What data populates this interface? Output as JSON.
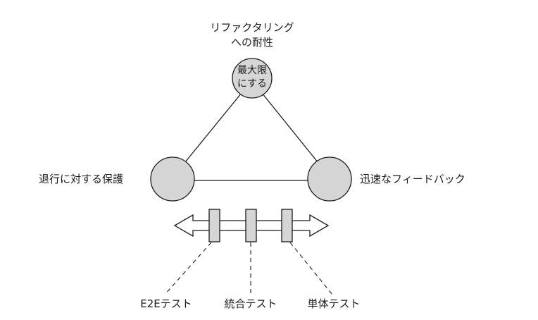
{
  "diagram": {
    "top_vertex": {
      "label_line1": "リファクタリング",
      "label_line2": "への耐性",
      "node_line1": "最大限",
      "node_line2": "にする"
    },
    "left_vertex": {
      "label": "退行に対する保護"
    },
    "right_vertex": {
      "label": "迅速なフィードバック"
    },
    "spectrum": {
      "markers": [
        {
          "label": "E2Eテスト"
        },
        {
          "label": "統合テスト"
        },
        {
          "label": "単体テスト"
        }
      ]
    },
    "colors": {
      "node_fill": "#d6d6d6",
      "stroke": "#1a1a1a",
      "background": "#ffffff"
    }
  }
}
